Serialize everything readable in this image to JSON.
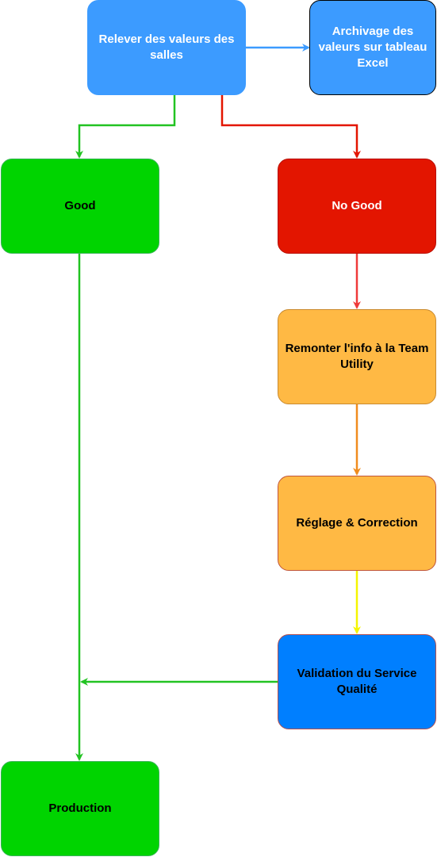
{
  "nodes": {
    "relever": "Relever des valeurs des salles",
    "archivage": "Archivage des valeurs sur tableau Excel",
    "good": "Good",
    "no_good": "No Good",
    "remonter": "Remonter l'info à la Team Utility",
    "reglage": "Réglage & Correction",
    "validation": "Validation du Service Qualité",
    "production": "Production"
  },
  "colors": {
    "blue_node": "#3c9bff",
    "green_node": "#00d400",
    "red_node": "#e31500",
    "orange_node": "#ffb944",
    "validation_node": "#007fff",
    "edge_blue": "#3c9bff",
    "edge_green": "#22c322",
    "edge_red": "#e31500",
    "edge_red_light": "#ef3a3a",
    "edge_orange": "#f08c1e",
    "edge_yellow": "#f5f500"
  }
}
